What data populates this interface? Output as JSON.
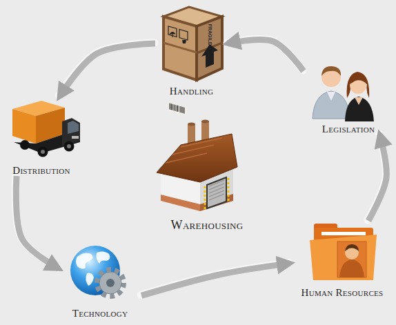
{
  "diagram": {
    "nodes": [
      {
        "text": [
          "Handling"
        ]
      },
      {
        "text": [
          "Legislation"
        ]
      },
      {
        "text": [
          "Distribution"
        ]
      },
      {
        "text": [
          "Warehousing"
        ]
      },
      {
        "text": [
          "Human Resources"
        ]
      },
      {
        "text": [
          "Technology"
        ]
      }
    ],
    "edges": [
      {
        "from": 1,
        "to": 0,
        "arrow": "to"
      },
      {
        "from": 0,
        "to": 2,
        "arrow": "to"
      },
      {
        "from": 2,
        "to": 5,
        "arrow": "to"
      },
      {
        "from": 5,
        "to": 4,
        "arrow": "to"
      },
      {
        "from": 4,
        "to": 1,
        "arrow": "to"
      }
    ],
    "labels": [
      "FRAGILE"
    ]
  }
}
